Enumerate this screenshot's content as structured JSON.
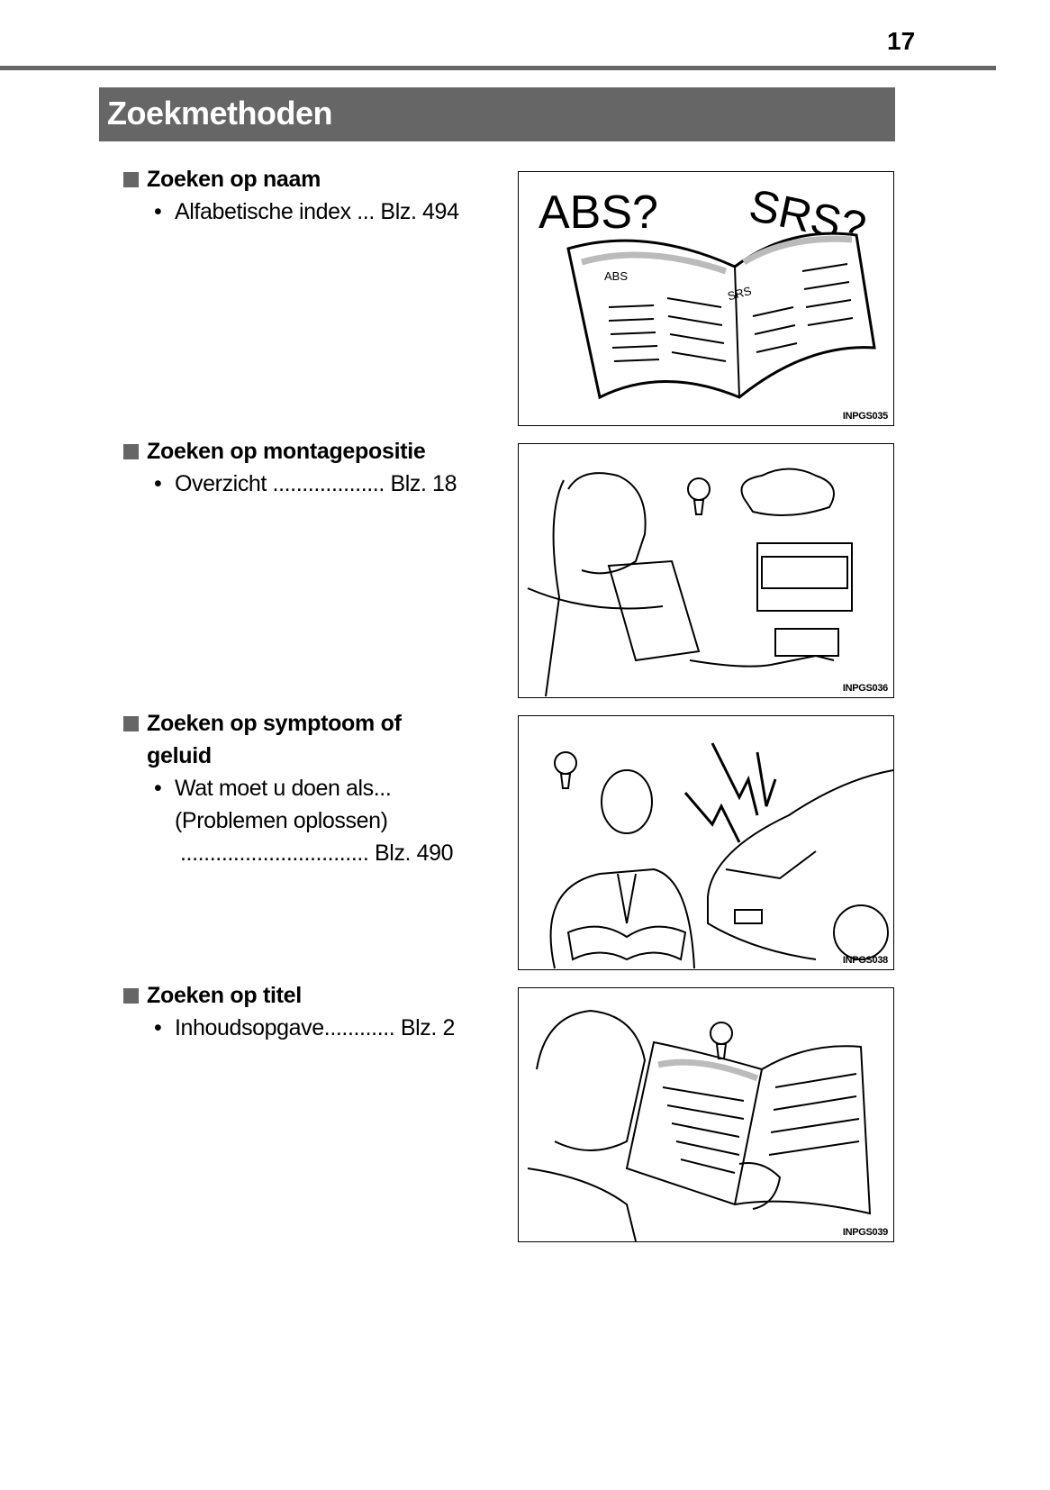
{
  "page_number": "17",
  "title": "Zoekmethoden",
  "sections": [
    {
      "heading": "Zoeken op naam",
      "items": [
        {
          "text": "Alfabetische index ... Blz. 494"
        }
      ],
      "figure": {
        "code": "INPGS035",
        "labels": [
          "ABS?",
          "SRS?",
          "ABS",
          "SRS"
        ]
      }
    },
    {
      "heading": "Zoeken op montagepositie",
      "items": [
        {
          "text": "Overzicht ................... Blz. 18"
        }
      ],
      "figure": {
        "code": "INPGS036"
      }
    },
    {
      "heading": "Zoeken op symptoom of geluid",
      "items": [
        {
          "text": "Wat moet u doen als..."
        },
        {
          "text": "(Problemen oplossen)"
        },
        {
          "text": "................................ Blz. 490"
        }
      ],
      "figure": {
        "code": "INPGS038"
      }
    },
    {
      "heading": "Zoeken op titel",
      "items": [
        {
          "text": "Inhoudsopgave............ Blz. 2"
        }
      ],
      "figure": {
        "code": "INPGS039"
      }
    }
  ],
  "colors": {
    "header_bar": "#666666",
    "rule": "#666666",
    "bullet_square": "#666666"
  }
}
